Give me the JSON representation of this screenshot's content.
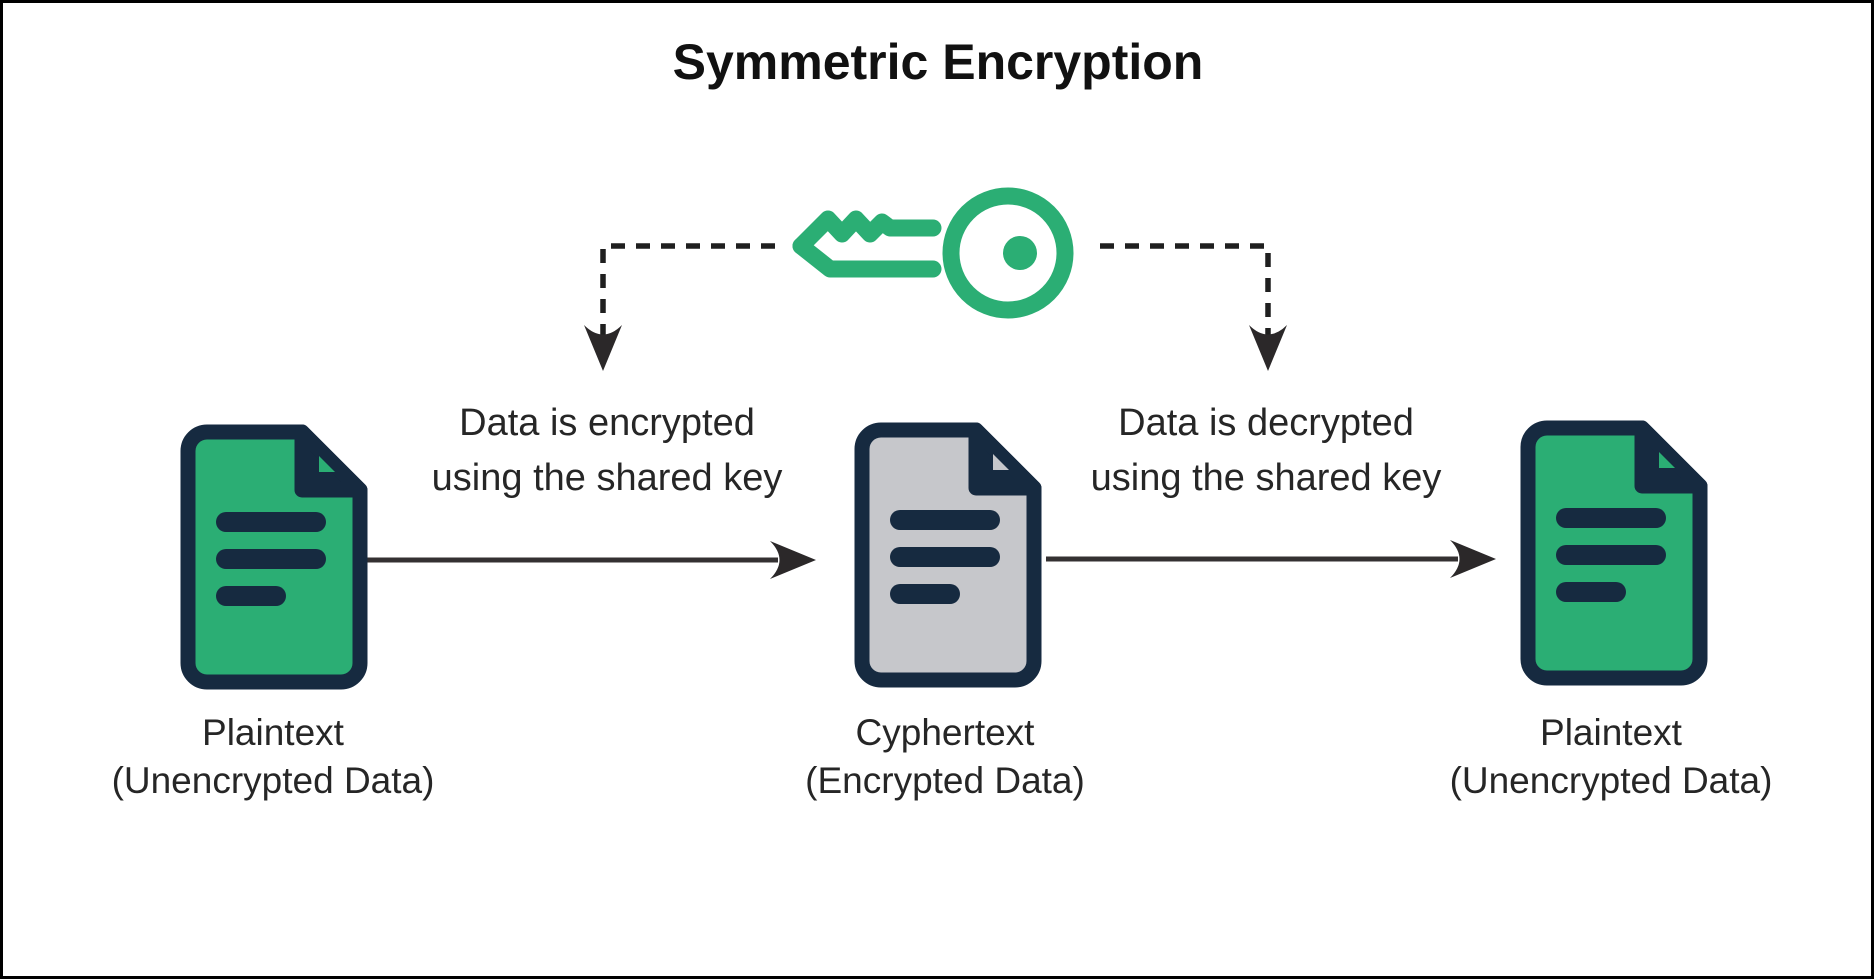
{
  "title": "Symmetric Encryption",
  "theme": {
    "green": "#2BAE74",
    "navy": "#162A40",
    "gray": "#C6C7CB",
    "line": "#1F1F1F",
    "text": "#262626",
    "bg": "#FFFFFF",
    "border": "#000000"
  },
  "key": {
    "icon": "key-icon"
  },
  "annotations": {
    "encrypt": {
      "line1": "Data is encrypted",
      "line2": "using the shared key"
    },
    "decrypt": {
      "line1": "Data is decrypted",
      "line2": "using the shared key"
    }
  },
  "nodes": {
    "left": {
      "icon": "document-icon",
      "name": "Plaintext",
      "detail": "(Unencrypted Data)",
      "fill": "green"
    },
    "middle": {
      "icon": "document-icon",
      "name": "Cyphertext",
      "detail": "(Encrypted Data)",
      "fill": "gray"
    },
    "right": {
      "icon": "document-icon",
      "name": "Plaintext",
      "detail": "(Unencrypted Data)",
      "fill": "green"
    }
  }
}
